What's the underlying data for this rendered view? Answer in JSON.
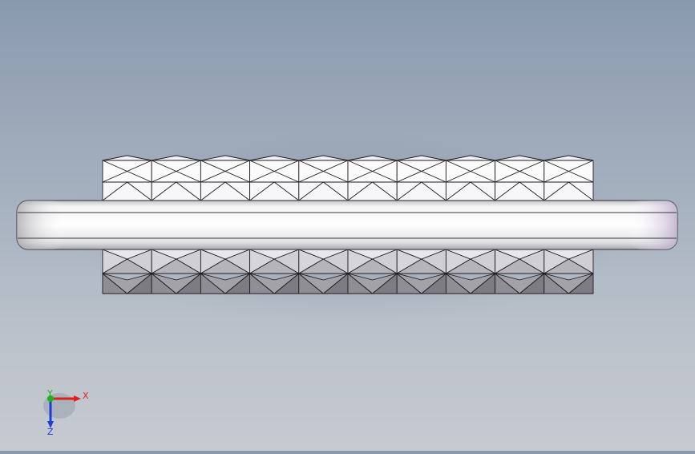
{
  "viewport": {
    "part": {
      "knurl_rows": 2,
      "knurl_columns": 10
    },
    "triad": {
      "x_label": "X",
      "y_label": "Y",
      "z_label": "Z",
      "x_color": "#e0201c",
      "y_color": "#1bb51b",
      "z_color": "#1d3fd6"
    }
  }
}
